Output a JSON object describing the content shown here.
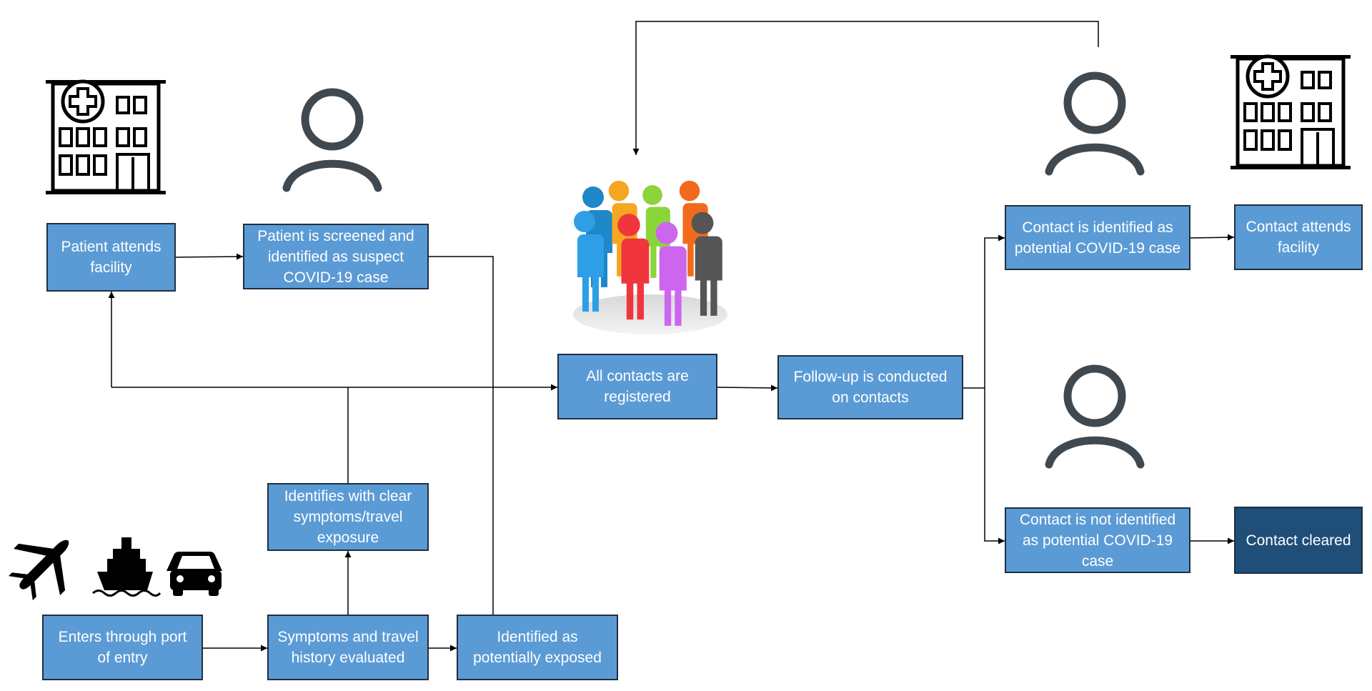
{
  "boxes": {
    "patient_attends": "Patient attends facility",
    "patient_screened": "Patient is screened and identified as suspect COVID-19 case",
    "all_contacts": "All contacts are registered",
    "follow_up": "Follow-up is conducted on contacts",
    "contact_identified": "Contact is identified as potential COVID-19 case",
    "contact_attends": "Contact attends facility",
    "identifies_clear": "Identifies with clear symptoms/travel exposure",
    "contact_not_identified": "Contact is not identified as potential COVID-19 case",
    "contact_cleared": "Contact cleared",
    "enters_port": "Enters through port of entry",
    "symptoms_evaluated": "Symptoms and travel history evaluated",
    "potentially_exposed": "Identified as potentially exposed"
  },
  "colors": {
    "box_fill": "#5b9bd5",
    "box_fill_dark": "#1f4e79",
    "box_border": "#1f2f3f",
    "line": "#000000",
    "person_icon": "#404850",
    "crowd": [
      "#2e9fe6",
      "#f5a623",
      "#8bd43a",
      "#f26b1d",
      "#f0363c",
      "#cc66ee",
      "#555555",
      "#1e88c8"
    ]
  },
  "icons": [
    "hospital-icon",
    "person-icon",
    "crowd-icon",
    "airplane-icon",
    "ship-icon",
    "car-icon"
  ]
}
